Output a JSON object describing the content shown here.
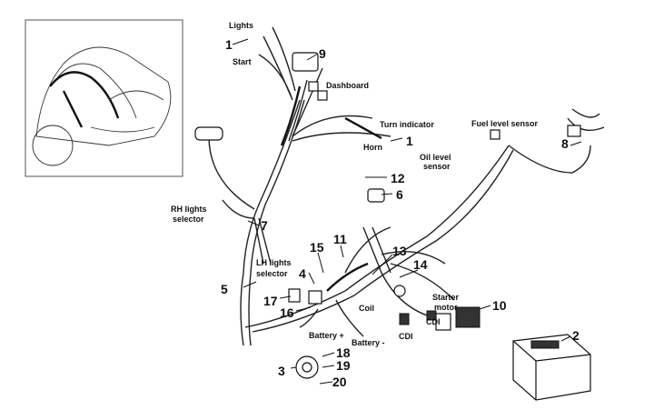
{
  "labels": {
    "lights": "Lights",
    "start": "Start",
    "dashboard": "Dashboard",
    "turn_indicator": "Turn indicator",
    "horn": "Horn",
    "fuel_level_sensor": "Fuel level sensor",
    "oil_level_1": "Oil level",
    "oil_level_2": "sensor",
    "rh_1": "RH lights",
    "rh_2": "selector",
    "lh_1": "LH lights",
    "lh_2": "selector",
    "coil": "Coil",
    "starter_1": "Starter",
    "starter_2": "motor",
    "cdi_a": "CDI",
    "cdi_b": "CDI",
    "battery_plus": "Battery +",
    "battery_minus": "Battery -"
  },
  "part_numbers": [
    "1",
    "1",
    "2",
    "3",
    "4",
    "5",
    "6",
    "7",
    "8",
    "9",
    "10",
    "11",
    "12",
    "13",
    "14",
    "15",
    "16",
    "17",
    "18",
    "19",
    "20"
  ]
}
